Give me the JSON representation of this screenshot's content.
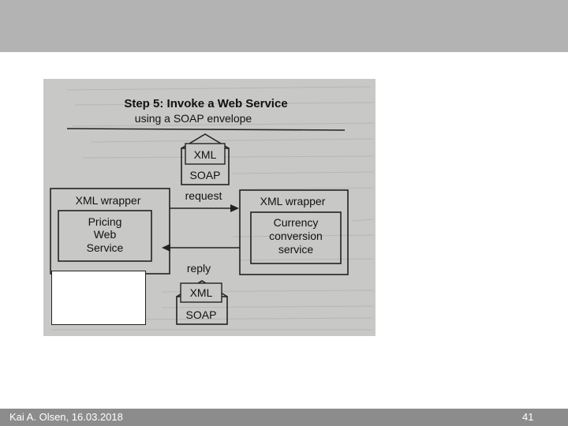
{
  "slide": {
    "footer_author_date": "Kai A. Olsen, 16.03.2018",
    "page_number": "41"
  },
  "diagram": {
    "title_line1": "Step 5: Invoke a Web Service",
    "title_line2": "using a SOAP envelope",
    "envelope_top": {
      "inner": "XML",
      "outer": "SOAP"
    },
    "envelope_bottom": {
      "inner": "XML",
      "outer": "SOAP"
    },
    "left_wrapper": {
      "label": "XML wrapper",
      "service_line1": "Pricing",
      "service_line2": "Web",
      "service_line3": "Service"
    },
    "right_wrapper": {
      "label": "XML wrapper",
      "service_line1": "Currency",
      "service_line2": "conversion",
      "service_line3": "service"
    },
    "request_label": "request",
    "reply_label": "reply",
    "colors": {
      "scan_background": "#c8c8c6",
      "ink": "#111111",
      "top_band": "#b3b3b3",
      "bottom_band": "#8c8c8c"
    }
  }
}
